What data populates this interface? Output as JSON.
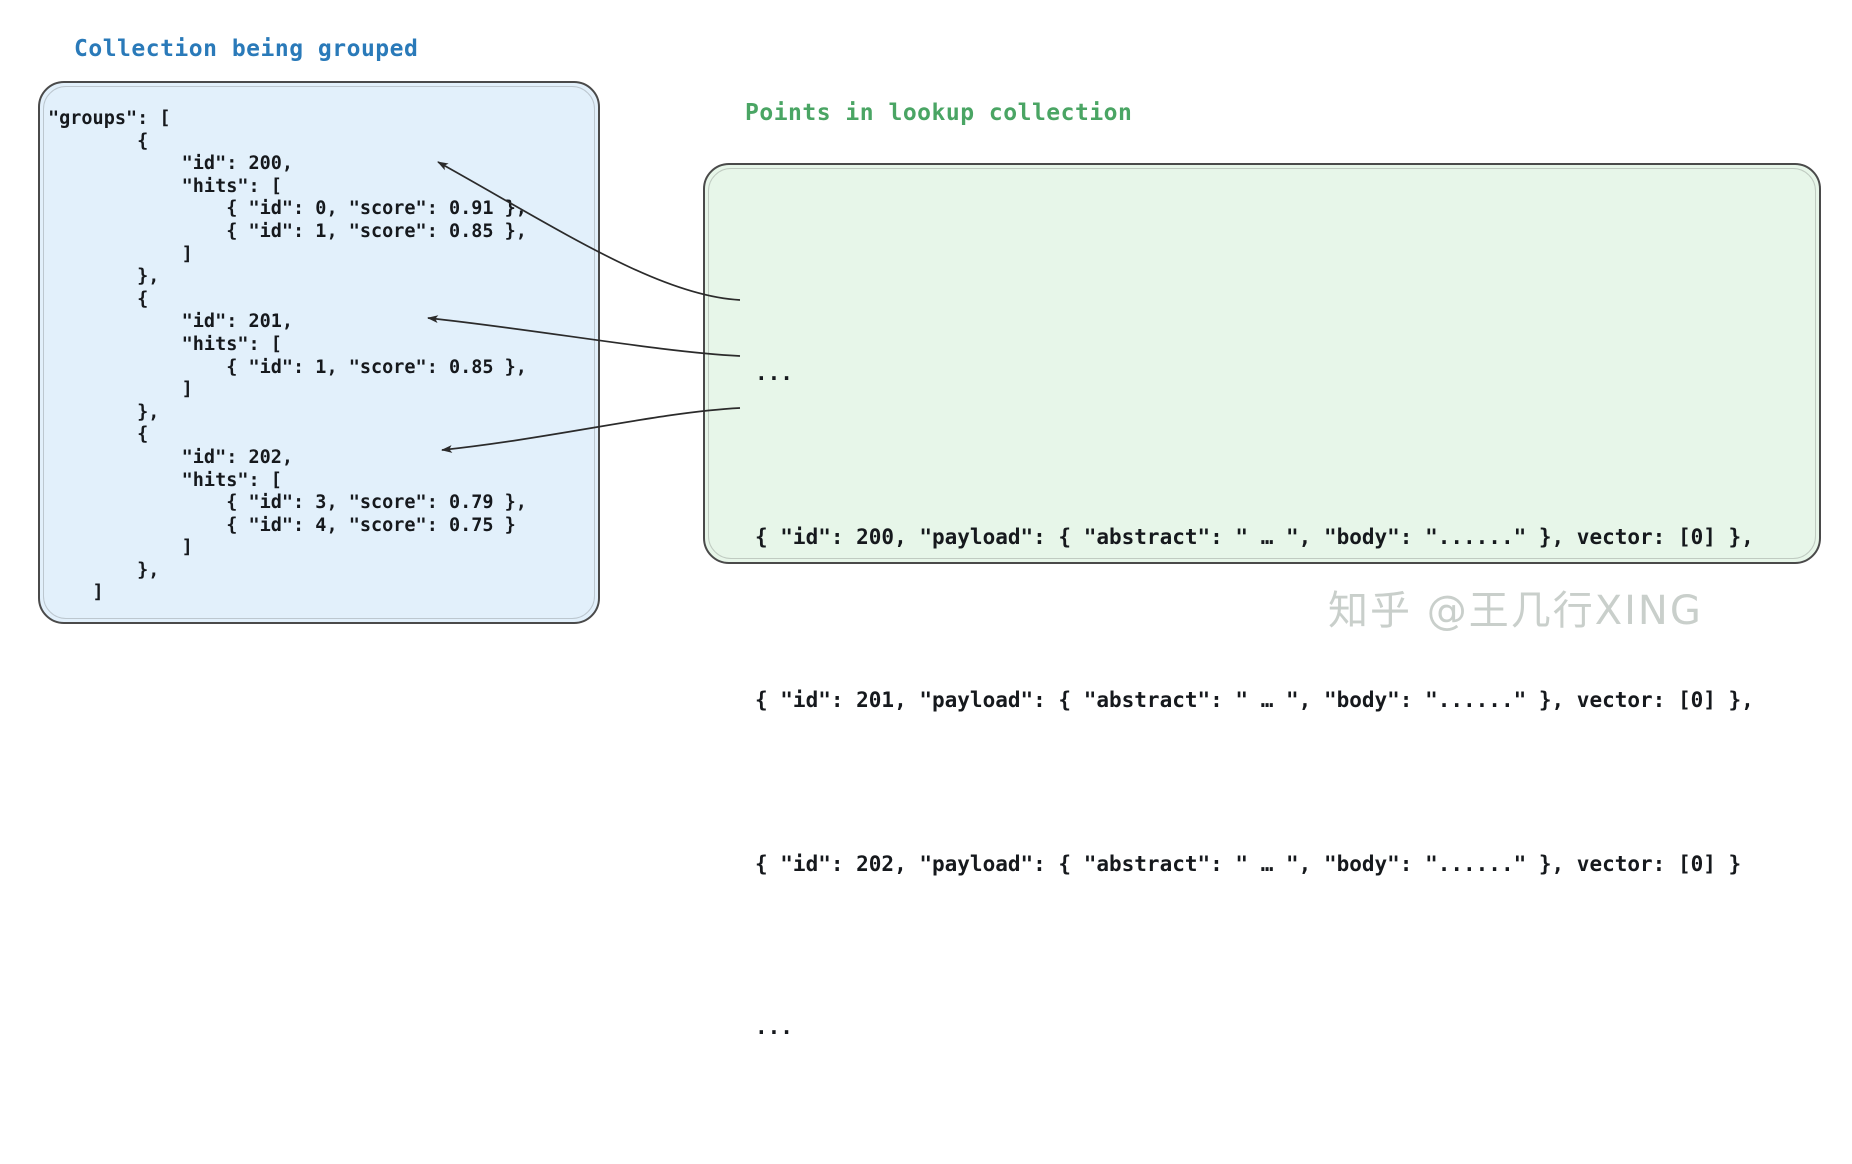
{
  "diagram": {
    "title_left": "Collection being grouped",
    "title_right": "Points in lookup collection",
    "accent_blue": "#2a7ab9",
    "accent_green": "#4aa564",
    "panel_left_bg": "#e2f0fb",
    "panel_right_bg": "#e7f6e9",
    "border_color": "#4a4a4a"
  },
  "left_panel": {
    "code": "\"groups\": [\n        {\n            \"id\": 200,\n            \"hits\": [\n                { \"id\": 0, \"score\": 0.91 },\n                { \"id\": 1, \"score\": 0.85 },\n            ]\n        },\n        {\n            \"id\": 201,\n            \"hits\": [\n                { \"id\": 1, \"score\": 0.85 },\n            ]\n        },\n        {\n            \"id\": 202,\n            \"hits\": [\n                { \"id\": 3, \"score\": 0.79 },\n                { \"id\": 4, \"score\": 0.75 }\n            ]\n        },\n    ]",
    "groups": [
      {
        "id": 200,
        "hits": [
          {
            "id": 0,
            "score": 0.91
          },
          {
            "id": 1,
            "score": 0.85
          }
        ]
      },
      {
        "id": 201,
        "hits": [
          {
            "id": 1,
            "score": 0.85
          }
        ]
      },
      {
        "id": 202,
        "hits": [
          {
            "id": 3,
            "score": 0.79
          },
          {
            "id": 4,
            "score": 0.75
          }
        ]
      }
    ]
  },
  "right_panel": {
    "ellipsis_top": "...",
    "ellipsis_bottom": "...",
    "rows": [
      "{ \"id\": 200, \"payload\": { \"abstract\": \" … \", \"body\": \"......\" }, vector: [0] },",
      "{ \"id\": 201, \"payload\": { \"abstract\": \" … \", \"body\": \"......\" }, vector: [0] },",
      "{ \"id\": 202, \"payload\": { \"abstract\": \" … \", \"body\": \"......\" }, vector: [0] }"
    ],
    "points": [
      {
        "id": 200,
        "payload": {
          "abstract": " … ",
          "body": "......"
        },
        "vector": "[0]"
      },
      {
        "id": 201,
        "payload": {
          "abstract": " … ",
          "body": "......"
        },
        "vector": "[0]"
      },
      {
        "id": 202,
        "payload": {
          "abstract": " … ",
          "body": "......"
        },
        "vector": "[0]"
      }
    ]
  },
  "arrows": [
    {
      "name": "arrow-200",
      "from_point_id": 200,
      "to_group_id": 200
    },
    {
      "name": "arrow-201",
      "from_point_id": 201,
      "to_group_id": 201
    },
    {
      "name": "arrow-202",
      "from_point_id": 202,
      "to_group_id": 202
    }
  ],
  "watermark": {
    "text": "知乎 @王几行XING"
  }
}
